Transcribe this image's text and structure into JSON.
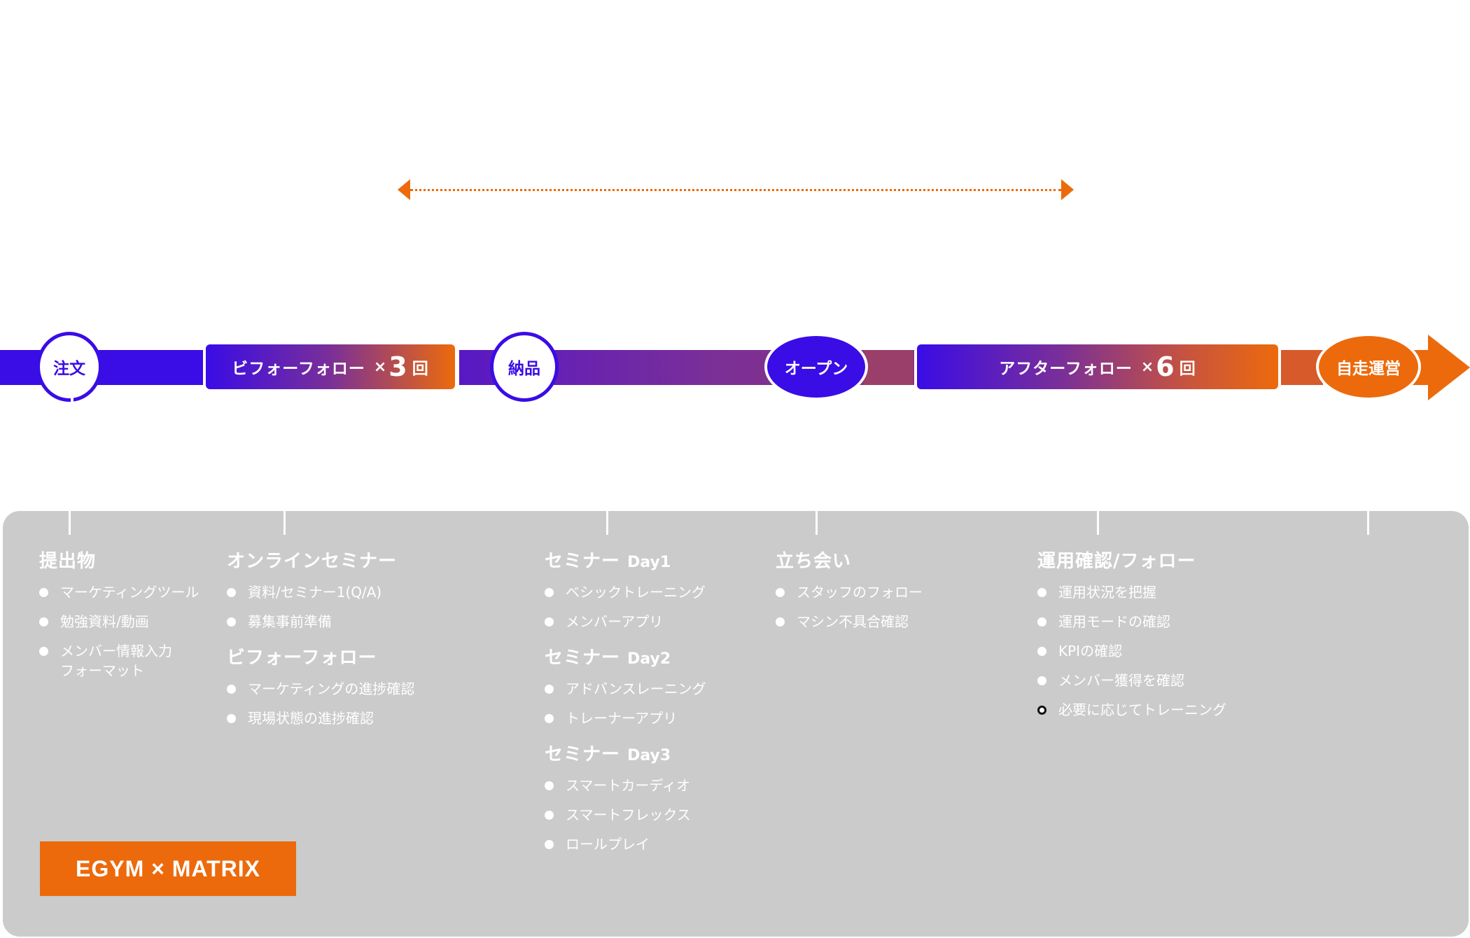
{
  "colors": {
    "primary_blue": "#3a0ce6",
    "accent_orange": "#ec6a0c",
    "panel_gray": "#cbcbcb",
    "text_white": "#ffffff"
  },
  "timeline": {
    "nodes": [
      {
        "id": "order",
        "label": "注文"
      },
      {
        "id": "delivery",
        "label": "納品"
      },
      {
        "id": "open",
        "label": "オープン"
      },
      {
        "id": "self_operation",
        "label": "自走運営"
      }
    ],
    "phases": {
      "before": {
        "label": "ビフォーフォロー",
        "times": "×",
        "count": "3",
        "unit": "回"
      },
      "after": {
        "label": "アフターフォロー",
        "times": "×",
        "count": "6",
        "unit": "回"
      }
    },
    "range_arrow": {
      "icon": "double-headed-dotted-arrow-icon"
    },
    "end_arrow": {
      "icon": "arrow-right-icon"
    }
  },
  "panel": {
    "columns": [
      {
        "groups": [
          {
            "title": "提出物",
            "items": [
              "マーケティングツール",
              "勉強資料/動画",
              "メンバー情報入力\nフォーマット"
            ]
          }
        ]
      },
      {
        "groups": [
          {
            "title": "オンラインセミナー",
            "items": [
              "資料/セミナー1(Q/A)",
              "募集事前準備"
            ]
          },
          {
            "title": "ビフォーフォロー",
            "items": [
              "マーケティングの進捗確認",
              "現場状態の進捗確認"
            ]
          }
        ]
      },
      {
        "groups": [
          {
            "title": "セミナー",
            "subtitle": "Day1",
            "items": [
              "ベシックトレーニング",
              "メンバーアプリ"
            ]
          },
          {
            "title": "セミナー",
            "subtitle": "Day2",
            "items": [
              "アドバンスレーニング",
              "トレーナーアプリ"
            ]
          },
          {
            "title": "セミナー",
            "subtitle": "Day3",
            "items": [
              "スマートカーディオ",
              "スマートフレックス",
              "ロールプレイ"
            ]
          }
        ]
      },
      {
        "groups": [
          {
            "title": "立ち会い",
            "items": [
              "スタッフのフォロー",
              "マシン不具合確認"
            ]
          }
        ]
      },
      {
        "groups": [
          {
            "title": "運用確認/フォロー",
            "items": [
              "運用状況を把握",
              "運用モードの確認",
              "KPIの確認",
              "メンバー獲得を確認",
              "必要に応じてトレーニング"
            ]
          }
        ]
      }
    ],
    "brand_label": "EGYM × MATRIX"
  }
}
